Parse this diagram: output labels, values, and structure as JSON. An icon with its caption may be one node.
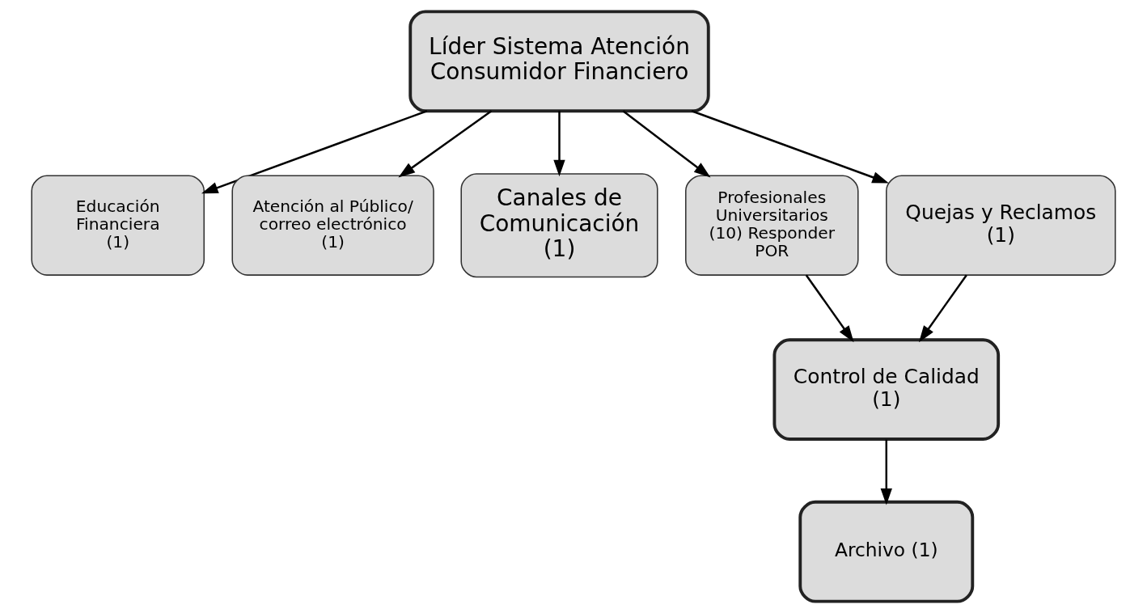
{
  "diagram": {
    "nodes": [
      {
        "text": [
          "Líder Sistema Atención Consumidor Financiero"
        ]
      },
      {
        "text": [
          "Educación Financiera (1)"
        ]
      },
      {
        "text": [
          "Atención al Público/ correo electrónico (1)"
        ]
      },
      {
        "text": [
          "Canales de Comunicación (1)"
        ]
      },
      {
        "text": [
          "Profesionales Universitarios (10) Responder POR"
        ]
      },
      {
        "text": [
          "Quejas y Reclamos (1)"
        ]
      },
      {
        "text": [
          "Control de Calidad (1)"
        ]
      },
      {
        "text": [
          "Archivo (1)"
        ]
      }
    ],
    "edges": [
      {
        "from": 0,
        "to": 1,
        "arrow": "to"
      },
      {
        "from": 0,
        "to": 2,
        "arrow": "to"
      },
      {
        "from": 0,
        "to": 3,
        "arrow": "to"
      },
      {
        "from": 0,
        "to": 4,
        "arrow": "to"
      },
      {
        "from": 0,
        "to": 5,
        "arrow": "to"
      },
      {
        "from": 4,
        "to": 6,
        "arrow": "to"
      },
      {
        "from": 5,
        "to": 6,
        "arrow": "to"
      },
      {
        "from": 6,
        "to": 7,
        "arrow": "to"
      }
    ]
  }
}
